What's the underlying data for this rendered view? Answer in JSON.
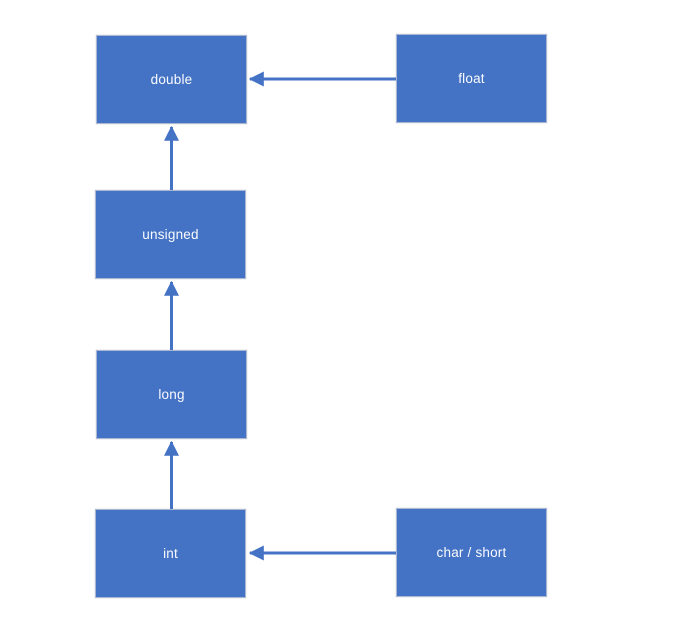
{
  "diagram": {
    "description": "C arithmetic type promotion hierarchy",
    "colors": {
      "node_fill": "#4472c4",
      "node_border": "#aab8d4",
      "arrow": "#4472c4",
      "text": "#fafbfe",
      "background": "#ffffff"
    },
    "nodes": [
      {
        "id": "double",
        "label": "double"
      },
      {
        "id": "float",
        "label": "float"
      },
      {
        "id": "unsigned",
        "label": "unsigned"
      },
      {
        "id": "long",
        "label": "long"
      },
      {
        "id": "int",
        "label": "int"
      },
      {
        "id": "char-short",
        "label": "char / short"
      }
    ],
    "edges": [
      {
        "from": "float",
        "to": "double",
        "direction": "left"
      },
      {
        "from": "unsigned",
        "to": "double",
        "direction": "up"
      },
      {
        "from": "long",
        "to": "unsigned",
        "direction": "up"
      },
      {
        "from": "int",
        "to": "long",
        "direction": "up"
      },
      {
        "from": "char-short",
        "to": "int",
        "direction": "left"
      }
    ]
  }
}
